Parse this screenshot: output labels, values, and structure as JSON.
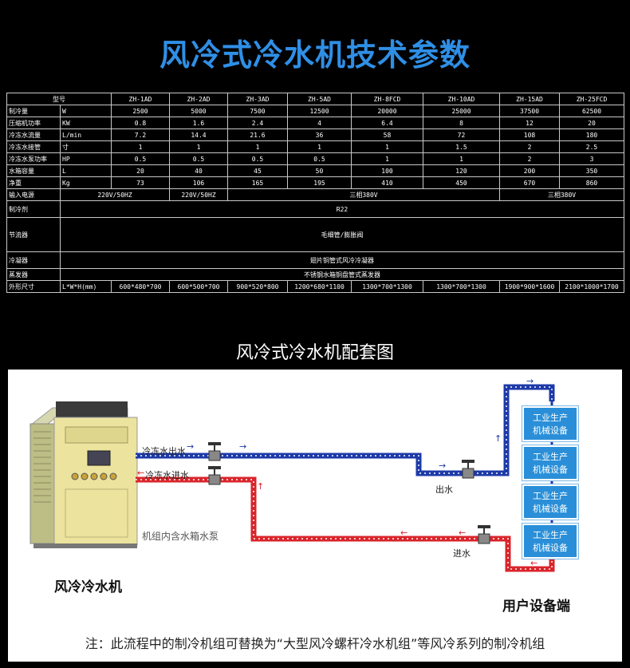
{
  "title": "风冷式冷水机技术参数",
  "spec_table": {
    "header": [
      "型号",
      "",
      "ZH-1AD",
      "ZH-2AD",
      "ZH-3AD",
      "ZH-5AD",
      "ZH-8FCD",
      "ZH-10AD",
      "ZH-15AD",
      "ZH-25FCD"
    ],
    "rows": [
      {
        "label": "制冷量",
        "unit": "W",
        "values": [
          "2500",
          "5000",
          "7500",
          "12500",
          "20000",
          "25000",
          "37500",
          "62500"
        ]
      },
      {
        "label": "压缩机功率",
        "unit": "KW",
        "values": [
          "0.8",
          "1.6",
          "2.4",
          "4",
          "6.4",
          "8",
          "12",
          "20"
        ]
      },
      {
        "label": "冷冻水流量",
        "unit": "L/min",
        "values": [
          "7.2",
          "14.4",
          "21.6",
          "36",
          "58",
          "72",
          "108",
          "180"
        ]
      },
      {
        "label": "冷冻水接管",
        "unit": "寸",
        "values": [
          "1",
          "1",
          "1",
          "1",
          "1",
          "1.5",
          "2",
          "2.5"
        ]
      },
      {
        "label": "冷冻水泵功率",
        "unit": "HP",
        "values": [
          "0.5",
          "0.5",
          "0.5",
          "0.5",
          "1",
          "1",
          "2",
          "3"
        ]
      },
      {
        "label": "水箱容量",
        "unit": "L",
        "values": [
          "20",
          "40",
          "45",
          "50",
          "100",
          "120",
          "200",
          "350"
        ]
      },
      {
        "label": "净重",
        "unit": "Kg",
        "values": [
          "73",
          "106",
          "165",
          "195",
          "410",
          "450",
          "670",
          "860"
        ]
      }
    ],
    "power": {
      "label": "输入电源",
      "v1": "220V/50HZ",
      "v2": "220V/50HZ",
      "v3": "三相380V",
      "v4": "三相380V"
    },
    "refrigerant": {
      "label": "制冷剂",
      "value": "R22"
    },
    "throttle": {
      "label": "节流器",
      "value": "毛细管/膨胀阀"
    },
    "condenser": {
      "label": "冷凝器",
      "value": "翅片铜管式风冷冷凝器"
    },
    "evaporator": {
      "label": "蒸发器",
      "value": "不锈钢水箱铜盘管式蒸发器"
    },
    "dimensions": {
      "label": "外形尺寸",
      "unit": "L*W*H(mm)",
      "values": [
        "600*480*700",
        "600*500*700",
        "900*520*800",
        "1200*680*1100",
        "1300*700*1300",
        "1300*700*1300",
        "1900*900*1600",
        "2100*1000*1700"
      ]
    }
  },
  "diagram": {
    "subtitle": "风冷式冷水机配套图",
    "outlet_label": "冷冻水出水",
    "inlet_label": "冷冻水进水",
    "tank_label": "机组内含水箱水泵",
    "chiller_label": "风冷冷水机",
    "out_label": "出水",
    "in_label": "进水",
    "user_label": "用户设备端",
    "equipment": [
      {
        "l1": "工业生产",
        "l2": "机械设备"
      },
      {
        "l1": "工业生产",
        "l2": "机械设备"
      },
      {
        "l1": "工业生产",
        "l2": "机械设备"
      },
      {
        "l1": "工业生产",
        "l2": "机械设备"
      }
    ],
    "note": "注：此流程中的制冷机组可替换为“大型风冷螺杆冷水机组”等风冷系列的制冷机组"
  },
  "colors": {
    "title": "#2f8fe6",
    "cold_pipe": "#1d3aa8",
    "hot_pipe": "#d9252b",
    "equipment": "#2a8fd8"
  }
}
